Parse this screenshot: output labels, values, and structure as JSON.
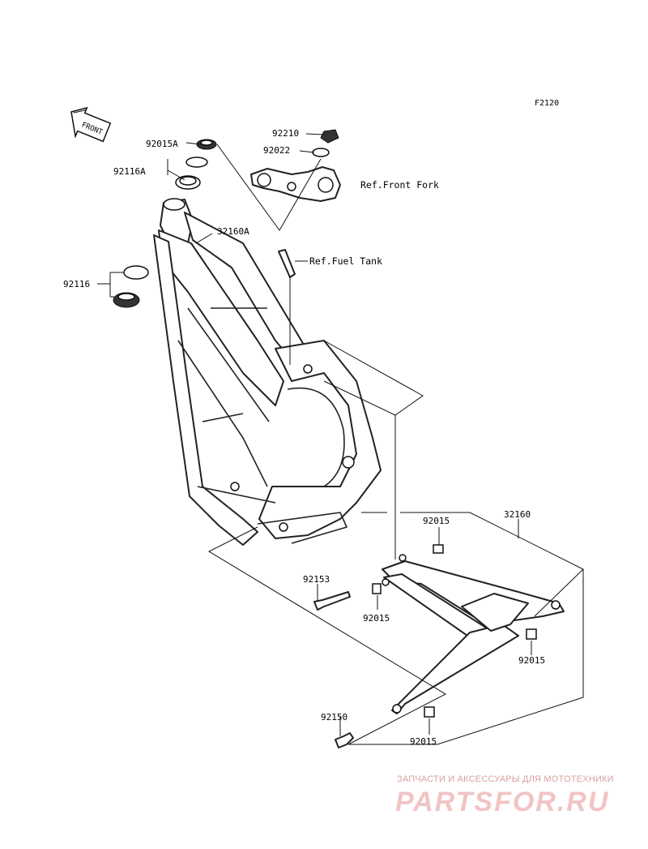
{
  "figure_id": "F2120",
  "front_tag": "FRONT",
  "refs": {
    "front_fork": "Ref.Front Fork",
    "fuel_tank": "Ref.Fuel Tank"
  },
  "parts": {
    "p92015A": "92015A",
    "p92116A": "92116A",
    "p92210": "92210",
    "p92022": "92022",
    "p32160A": "32160A",
    "p92116": "92116",
    "p92015_top": "92015",
    "p32160": "32160",
    "p92153": "92153",
    "p92015_mid": "92015",
    "p92015_right": "92015",
    "p92150": "92150",
    "p92015_bottom": "92015"
  },
  "watermark": {
    "tagline": "ЗАПЧАСТИ И АКСЕССУАРЫ ДЛЯ МОТОТЕХНИКИ",
    "brand": "PARTSFOR.RU"
  },
  "colors": {
    "line": "#222222",
    "watermark": "#e9a5a5"
  }
}
